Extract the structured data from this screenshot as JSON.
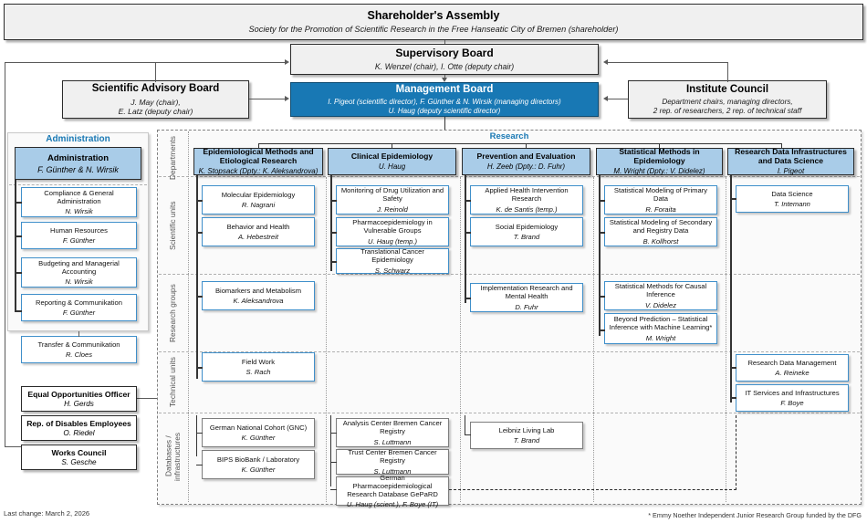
{
  "governance": {
    "shareholders": {
      "title": "Shareholder's Assembly",
      "subtitle": "Society for the Promotion of Scientific Research in the Free Hanseatic City of Bremen (shareholder)"
    },
    "supervisory": {
      "title": "Supervisory Board",
      "subtitle": "K. Wenzel (chair), I. Otte (deputy chair)"
    },
    "management": {
      "title": "Management Board",
      "subtitle": "I. Pigeot (scientific director), F. Günther & N. Wirsik (managing directors)\nU. Haug (deputy scientific director)"
    },
    "advisory": {
      "title": "Scientific Advisory Board",
      "subtitle": "J. May (chair),\nE. Latz (deputy chair)"
    },
    "council": {
      "title": "Institute Council",
      "subtitle": "Department chairs, managing directors,\n2 rep. of researchers, 2 rep. of technical staff"
    }
  },
  "administration": {
    "section_label": "Administration",
    "head": {
      "title": "Administration",
      "person": "F. Günther & N. Wirsik"
    },
    "units": [
      {
        "title": "Compliance & General Administration",
        "person": "N. Wirsik"
      },
      {
        "title": "Human Resources",
        "person": "F. Günther"
      },
      {
        "title": "Budgeting and Managerial Accounting",
        "person": "N. Wirsik"
      },
      {
        "title": "Reporting & Communikation",
        "person": "F. Günther"
      },
      {
        "title": "Transfer & Communikation",
        "person": "R. Cloes"
      }
    ],
    "offices": [
      {
        "title": "Equal Opportunities Officer",
        "person": "H. Gerds"
      },
      {
        "title": "Rep. of Disables Employees",
        "person": "O. Riedel"
      },
      {
        "title": "Works Council",
        "person": "S. Gesche"
      }
    ]
  },
  "research": {
    "section_label": "Research",
    "row_labels": [
      "Departments",
      "Scientific units",
      "Research groups",
      "Technical units",
      "Databases /\ninfrastructures"
    ],
    "departments": [
      {
        "title": "Epidemiological Methods and Etiological Research",
        "person": "K. Stopsack (Dpty.: K. Aleksandrova)",
        "scientific_units": [
          {
            "title": "Molecular Epidemiology",
            "person": "R. Nagrani"
          },
          {
            "title": "Behavior and Health",
            "person": "A. Hebestreit"
          }
        ],
        "research_groups": [
          {
            "title": "Biomarkers and Metabolism",
            "person": "K. Aleksandrova"
          }
        ],
        "technical_units": [
          {
            "title": "Field Work",
            "person": "S. Rach"
          }
        ],
        "databases": [
          {
            "title": "German National Cohort (GNC)",
            "person": "K. Günther"
          },
          {
            "title": "BIPS BioBank / Laboratory",
            "person": "K. Günther"
          }
        ]
      },
      {
        "title": "Clinical Epidemiology",
        "person": "U. Haug",
        "scientific_units": [
          {
            "title": "Monitoring of Drug Utilization and Safety",
            "person": "J. Reinold"
          },
          {
            "title": "Pharmacoepidemiology in Vulnerable Groups",
            "person": "U. Haug (temp.)"
          },
          {
            "title": "Translational Cancer Epidemiology",
            "person": "S. Schwarz"
          }
        ],
        "research_groups": [],
        "technical_units": [],
        "databases": [
          {
            "title": "Analysis Center Bremen Cancer Registry",
            "person": "S. Luttmann"
          },
          {
            "title": "Trust Center Bremen Cancer Registry",
            "person": "S. Luttmann"
          },
          {
            "title": "German Pharmacoepidemiological Research Database GePaRD",
            "person": "U. Haug (scient.), F. Boye (IT)"
          }
        ]
      },
      {
        "title": "Prevention and Evaluation",
        "person": "H. Zeeb (Dpty.: D. Fuhr)",
        "scientific_units": [
          {
            "title": "Applied Health Intervention Research",
            "person": "K. de Santis (temp.)"
          },
          {
            "title": "Social Epidemiology",
            "person": "T. Brand"
          }
        ],
        "research_groups": [
          {
            "title": "Implementation Research and Mental Health",
            "person": "D. Fuhr"
          }
        ],
        "technical_units": [],
        "databases": [
          {
            "title": "Leibniz Living Lab",
            "person": "T. Brand"
          }
        ]
      },
      {
        "title": "Statistical Methods in Epidemiology",
        "person": "M. Wright (Dpty.: V. Didelez)",
        "scientific_units": [
          {
            "title": "Statistical Modeling of Primary Data",
            "person": "R. Foraita"
          },
          {
            "title": "Statistical Modeling of Secondary and Registry Data",
            "person": "B. Kollhorst"
          }
        ],
        "research_groups": [
          {
            "title": "Statistical Methods for Causal Inference",
            "person": "V. Didelez"
          },
          {
            "title": "Beyond Prediction – Statistical Inference with Machine Learning*",
            "person": "M. Wright"
          }
        ],
        "technical_units": [],
        "databases": []
      },
      {
        "title": "Research Data Infrastructures and Data Science",
        "person": "I. Pigeot",
        "scientific_units": [
          {
            "title": "Data Science",
            "person": "T. Intemann"
          }
        ],
        "research_groups": [],
        "technical_units": [
          {
            "title": "Research Data Management",
            "person": "A. Reineke"
          },
          {
            "title": "IT Services and Infrastructures",
            "person": "F. Boye"
          }
        ],
        "databases": []
      }
    ]
  },
  "footer": {
    "last_change": "Last change: March 2, 2026",
    "footnote": "* Emmy Noether Independent Junior Research Group funded by the DFG"
  },
  "colors": {
    "accent_blue": "#1878b4",
    "light_blue": "#a9cce8",
    "unit_border": "#3f8fca",
    "panel_bg": "#fafafa"
  }
}
